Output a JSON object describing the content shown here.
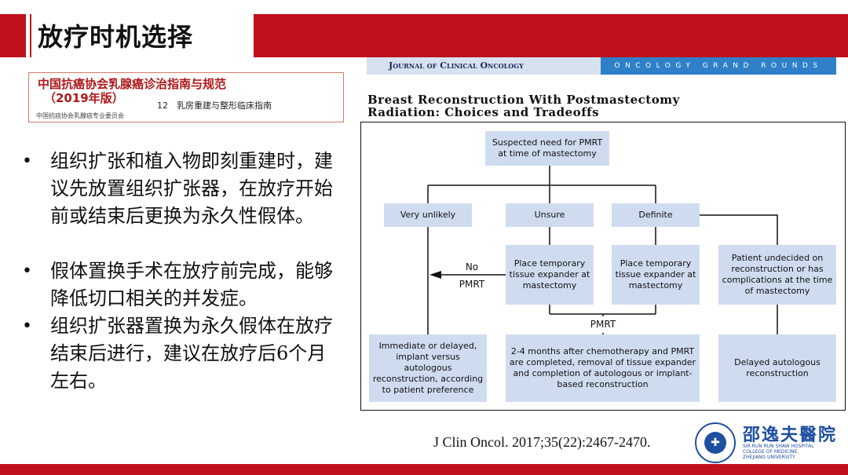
{
  "header": {
    "title": "放疗时机选择"
  },
  "guideline": {
    "title": "中国抗癌协会乳腺癌诊治指南与规范",
    "year": "（2019年版）",
    "chapter": "12　乳房重建与整形临床指南",
    "committee": "中国抗癌协会乳腺癌专业委员会"
  },
  "bullets": [
    {
      "marker": "•",
      "text": "组织扩张和植入物即刻重建时，建议先放置组织扩张器，在放疗开始前或结束后更换为永久性假体。"
    },
    {
      "marker": "•",
      "text": "假体置换手术在放疗前完成，能够降低切口相关的并发症。"
    },
    {
      "marker": "•",
      "text": "组织扩张器置换为永久假体在放疗结束后进行，建议在放疗后6个月左右。"
    }
  ],
  "journal": {
    "name": "Journal of Clinical Oncology",
    "section": "ONCOLOGY GRAND ROUNDS",
    "article_title_line1": "Breast Reconstruction With Postmastectomy",
    "article_title_line2": "Radiation: Choices and Tradeoffs"
  },
  "flowchart": {
    "top": "Suspected need for PMRT at time of mastectomy",
    "very_unlikely": "Very unlikely",
    "unsure": "Unsure",
    "definite": "Definite",
    "no": "No",
    "pmrt_left": "PMRT",
    "expander_unsure": "Place temporary tissue expander at mastectomy",
    "expander_definite": "Place temporary tissue expander at mastectomy",
    "undecided": "Patient undecided on reconstruction or has complications at the time of mastectomy",
    "pmrt_mid": "PMRT",
    "immediate": "Immediate or delayed, implant versus autologous reconstruction, according to patient preference",
    "two_four": "2-4 months after chemotherapy and PMRT are completed, removal of tissue expander and completion of autologous or implant-based reconstruction",
    "delayed_autologous": "Delayed autologous reconstruction"
  },
  "citation": "J Clin Oncol. 2017;35(22):2467-2470.",
  "logo": {
    "name_cn": "邵逸夫醫院",
    "en_line1": "SIR RUN RUN SHAW HOSPITAL",
    "en_line2": "COLLEGE OF MEDICINE,",
    "en_line3": "ZHEJIANG UNIVERSITY",
    "seal_glyph": "✚"
  },
  "colors": {
    "brand_red": "#c0101c",
    "flow_box": "#cfdcf0",
    "journal_blue": "#2f80c8",
    "hospital_blue": "#1f4fa0"
  }
}
